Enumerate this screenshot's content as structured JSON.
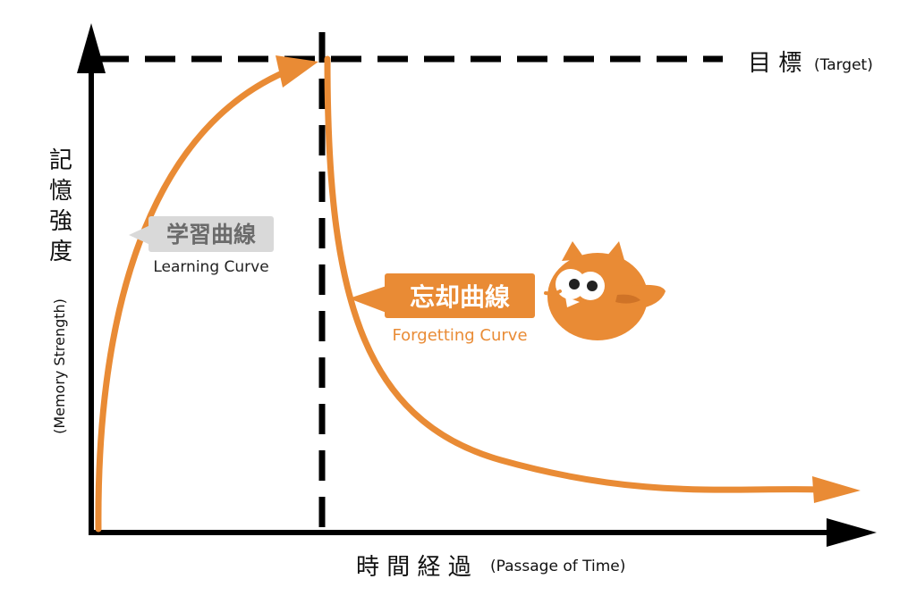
{
  "target": {
    "zh": "目 標",
    "en": "(Target)"
  },
  "y_axis": {
    "zh": [
      "記",
      "憶",
      "強",
      "度"
    ],
    "en": "(Memory Strength)"
  },
  "x_axis": {
    "zh": "時 間 経 過",
    "en": "(Passage of Time)"
  },
  "learning_curve": {
    "zh": "学習曲線",
    "en": "Learning Curve"
  },
  "forgetting_curve": {
    "zh": "忘却曲線",
    "en": "Forgetting Curve"
  },
  "mascot": {
    "name": "owl-mascot"
  },
  "colors": {
    "curve": "#e98b35",
    "axis": "#000000",
    "learning_label_bg": "#d9d9d9",
    "learning_label_text": "#6b6b6b",
    "forgetting_label_bg": "#e98b35",
    "forgetting_label_text": "#ffffff"
  }
}
